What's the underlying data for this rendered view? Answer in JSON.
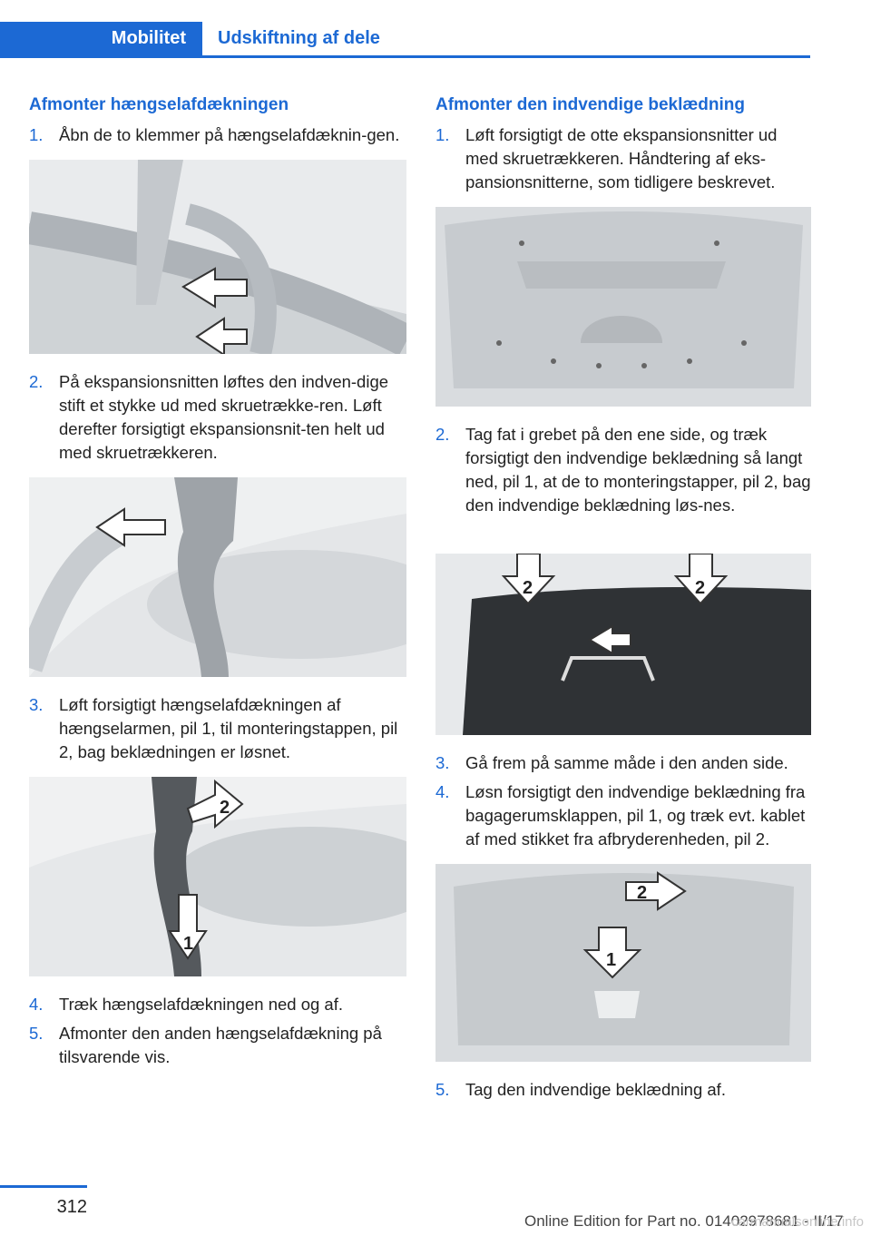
{
  "header": {
    "tab_active": "Mobilitet",
    "tab_inactive": "Udskiftning af dele"
  },
  "left": {
    "heading": "Afmonter hængselafdækningen",
    "steps": [
      {
        "num": "1.",
        "text": "Åbn de to klemmer på hængselafdæknin-gen."
      },
      {
        "num": "2.",
        "text": "På ekspansionsnitten løftes den indven-dige stift et stykke ud med skruetrække-ren. Løft derefter forsigtigt ekspansionsnit-ten helt ud med skruetrækkeren."
      },
      {
        "num": "3.",
        "text": "Løft forsigtigt hængselafdækningen af hængselarmen, pil 1, til monteringstappen, pil 2, bag beklædningen er løsnet."
      },
      {
        "num": "4.",
        "text": "Træk hængselafdækningen ned og af."
      },
      {
        "num": "5.",
        "text": "Afmonter den anden hængselafdækning på tilsvarende vis."
      }
    ]
  },
  "right": {
    "heading": "Afmonter den indvendige beklædning",
    "steps": [
      {
        "num": "1.",
        "text": "Løft forsigtigt de otte ekspansionsnitter ud med skruetrækkeren. Håndtering af eks-pansionsnitterne, som tidligere beskrevet."
      },
      {
        "num": "2.",
        "text": "Tag fat i grebet på den ene side, og træk forsigtigt den indvendige beklædning så langt ned, pil 1, at de to monteringstapper, pil 2, bag den indvendige beklædning løs-nes."
      },
      {
        "num": "3.",
        "text": "Gå frem på samme måde i den anden side."
      },
      {
        "num": "4.",
        "text": "Løsn forsigtigt den indvendige beklædning fra bagagerumsklappen, pil 1, og træk evt. kablet af med stikket fra afbryderenheden, pil 2."
      },
      {
        "num": "5.",
        "text": "Tag den indvendige beklædning af."
      }
    ]
  },
  "figure_labels": {
    "one": "1",
    "two": "2"
  },
  "footer": {
    "page": "312",
    "edition": "Online Edition for Part no. 01402978681 - II/17",
    "watermark": "carmanualsonline.info"
  }
}
